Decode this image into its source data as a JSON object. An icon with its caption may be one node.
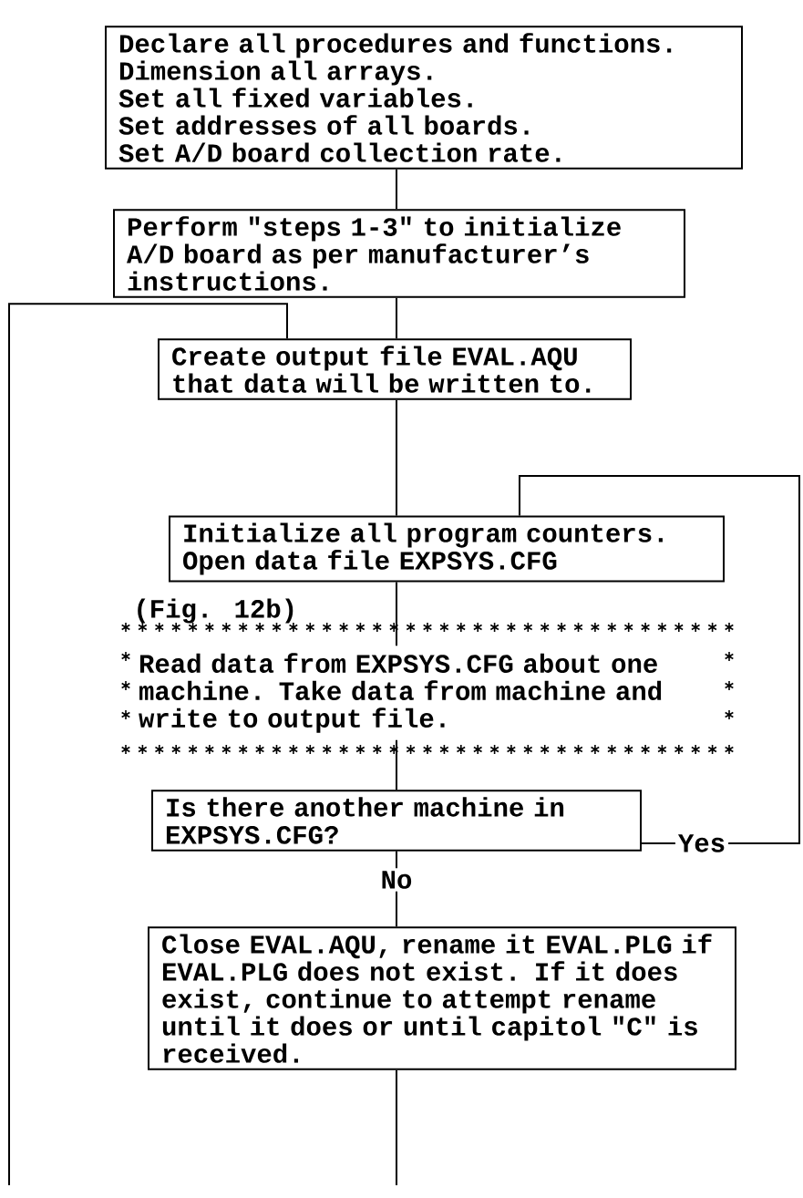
{
  "diagram": {
    "nodes": [
      {
        "text": [
          "Declare all procedures and functions.",
          "Dimension all arrays.",
          "Set all fixed variables.",
          "Set addresses of all boards.",
          "Set A/D board collection rate."
        ]
      },
      {
        "text": [
          "Perform \"steps 1-3\" to initialize A/D board as per manufacturer’s instructions."
        ]
      },
      {
        "text": [
          "Create output file EVAL.AQU that data will be written to."
        ]
      },
      {
        "text": [
          "Initialize all program counters.",
          "Open data file EXPSYS.CFG"
        ]
      },
      {
        "text": [
          "Read data from EXPSYS.CFG about one machine. Take data from machine and write to output file."
        ],
        "beside": [
          "(Fig. 12b)"
        ]
      },
      {
        "text": [
          "Is there another machine in EXPSYS.CFG?"
        ]
      },
      {
        "text": [
          "Close EVAL.AQU, rename it EVAL.PLG if EVAL.PLG does not exist. If it does exist, continue to attempt rename until it does or until capitol \"C\" is received."
        ]
      }
    ],
    "edges": [
      {
        "from": 0,
        "to": 1,
        "arrow": "none"
      },
      {
        "from": 1,
        "to": 2,
        "arrow": "none"
      },
      {
        "from": 2,
        "to": 3,
        "arrow": "none"
      },
      {
        "from": 3,
        "to": 4,
        "arrow": "none"
      },
      {
        "from": 4,
        "to": 5,
        "arrow": "none"
      },
      {
        "from": 5,
        "to": 6,
        "arrow": "none",
        "label": "No"
      },
      {
        "from": 5,
        "to": 3,
        "arrow": "none",
        "label": "Yes"
      },
      {
        "from": 6,
        "to": null,
        "arrow": "none"
      },
      {
        "from": null,
        "to": 2,
        "arrow": "none"
      }
    ]
  }
}
